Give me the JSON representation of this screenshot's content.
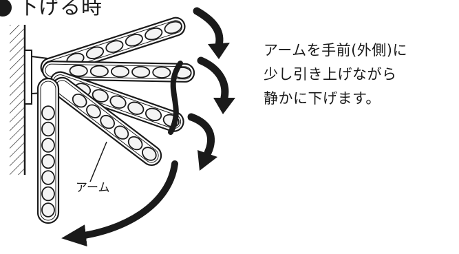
{
  "title": "下げる時",
  "instructions": [
    "アームを手前(外側)に",
    "少し引き上げながら",
    "静かに下げます。"
  ],
  "arm_label": "アーム",
  "colors": {
    "ink": "#1a1a1a",
    "arm_fill": "#ffffff",
    "hole_fill": "#f4f4f4"
  }
}
